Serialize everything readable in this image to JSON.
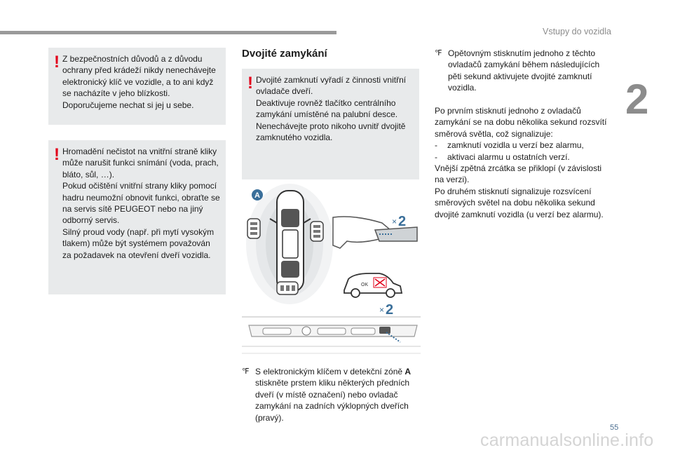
{
  "header": {
    "title": "Vstupy do vozidla"
  },
  "chapter_number": "2",
  "page_number": "55",
  "watermark": "carmanualsonline.info",
  "warnings": {
    "w1": "Z bezpečnostních důvodů a z důvodu ochrany před krádeží nikdy nenechávejte elektronický klíč ve vozidle, a to ani když se nacházíte v jeho blízkosti.\nDoporučujeme nechat si jej u sebe.",
    "w2": "Hromadění nečistot na vnitřní straně kliky může narušit funkci snímání (voda, prach, bláto, sůl, …).\nPokud očištění vnitřní strany kliky pomocí hadru neumožní obnovit funkci, obraťte se na servis sítě PEUGEOT nebo na jiný odborný servis.\nSilný proud vody (např. při mytí vysokým tlakem) může být systémem považován za požadavek na otevření dveří vozidla.",
    "w3": "Dvojité zamknutí vyřadí z činnosti vnitřní ovladače dveří.\nDeaktivuje rovněž tlačítko centrálního zamykání umístěné na palubní desce.\nNenechávejte proto nikoho uvnitř dvojitě zamknutého vozidla."
  },
  "section": {
    "title": "Dvojité zamykání"
  },
  "illustration": {
    "zone_label": "A",
    "times_top": "2",
    "times_bottom": "2",
    "ok_label": "OK"
  },
  "bullets": {
    "b1_pre": "S elektronickým klíčem v detekční zóně ",
    "b1_bold": "A",
    "b1_post": "stiskněte prstem kliku některých předních dveří (v místě označení) nebo ovladač zamykání na zadních výklopných dveřích (pravý).",
    "b2": "Opětovným stisknutím jednoho z těchto ovladačů zamykání během následujících pěti sekund aktivujete dvojité zamknutí vozidla."
  },
  "paragraph": "Po prvním stisknutí jednoho z ovladačů zamykání se na dobu několika sekund rozsvítí směrová světla, což signalizuje:\n-\tzamknutí vozidla u verzí bez alarmu,\n-\taktivaci alarmu u ostatních verzí.\nVnější zpětná zrcátka se přiklopí (v závislosti na verzi).\nPo druhém stisknutí signalizuje rozsvícení směrových světel na dobu několika sekund dvojité zamknutí vozidla (u verzí bez alarmu).",
  "icons": {
    "warning": "exclamation-icon",
    "bullet": "bullet-arrow-icon"
  },
  "colors": {
    "warning_red": "#e2001a",
    "box_gray": "#e8eaeb",
    "accent_blue": "#3a6f9a"
  }
}
